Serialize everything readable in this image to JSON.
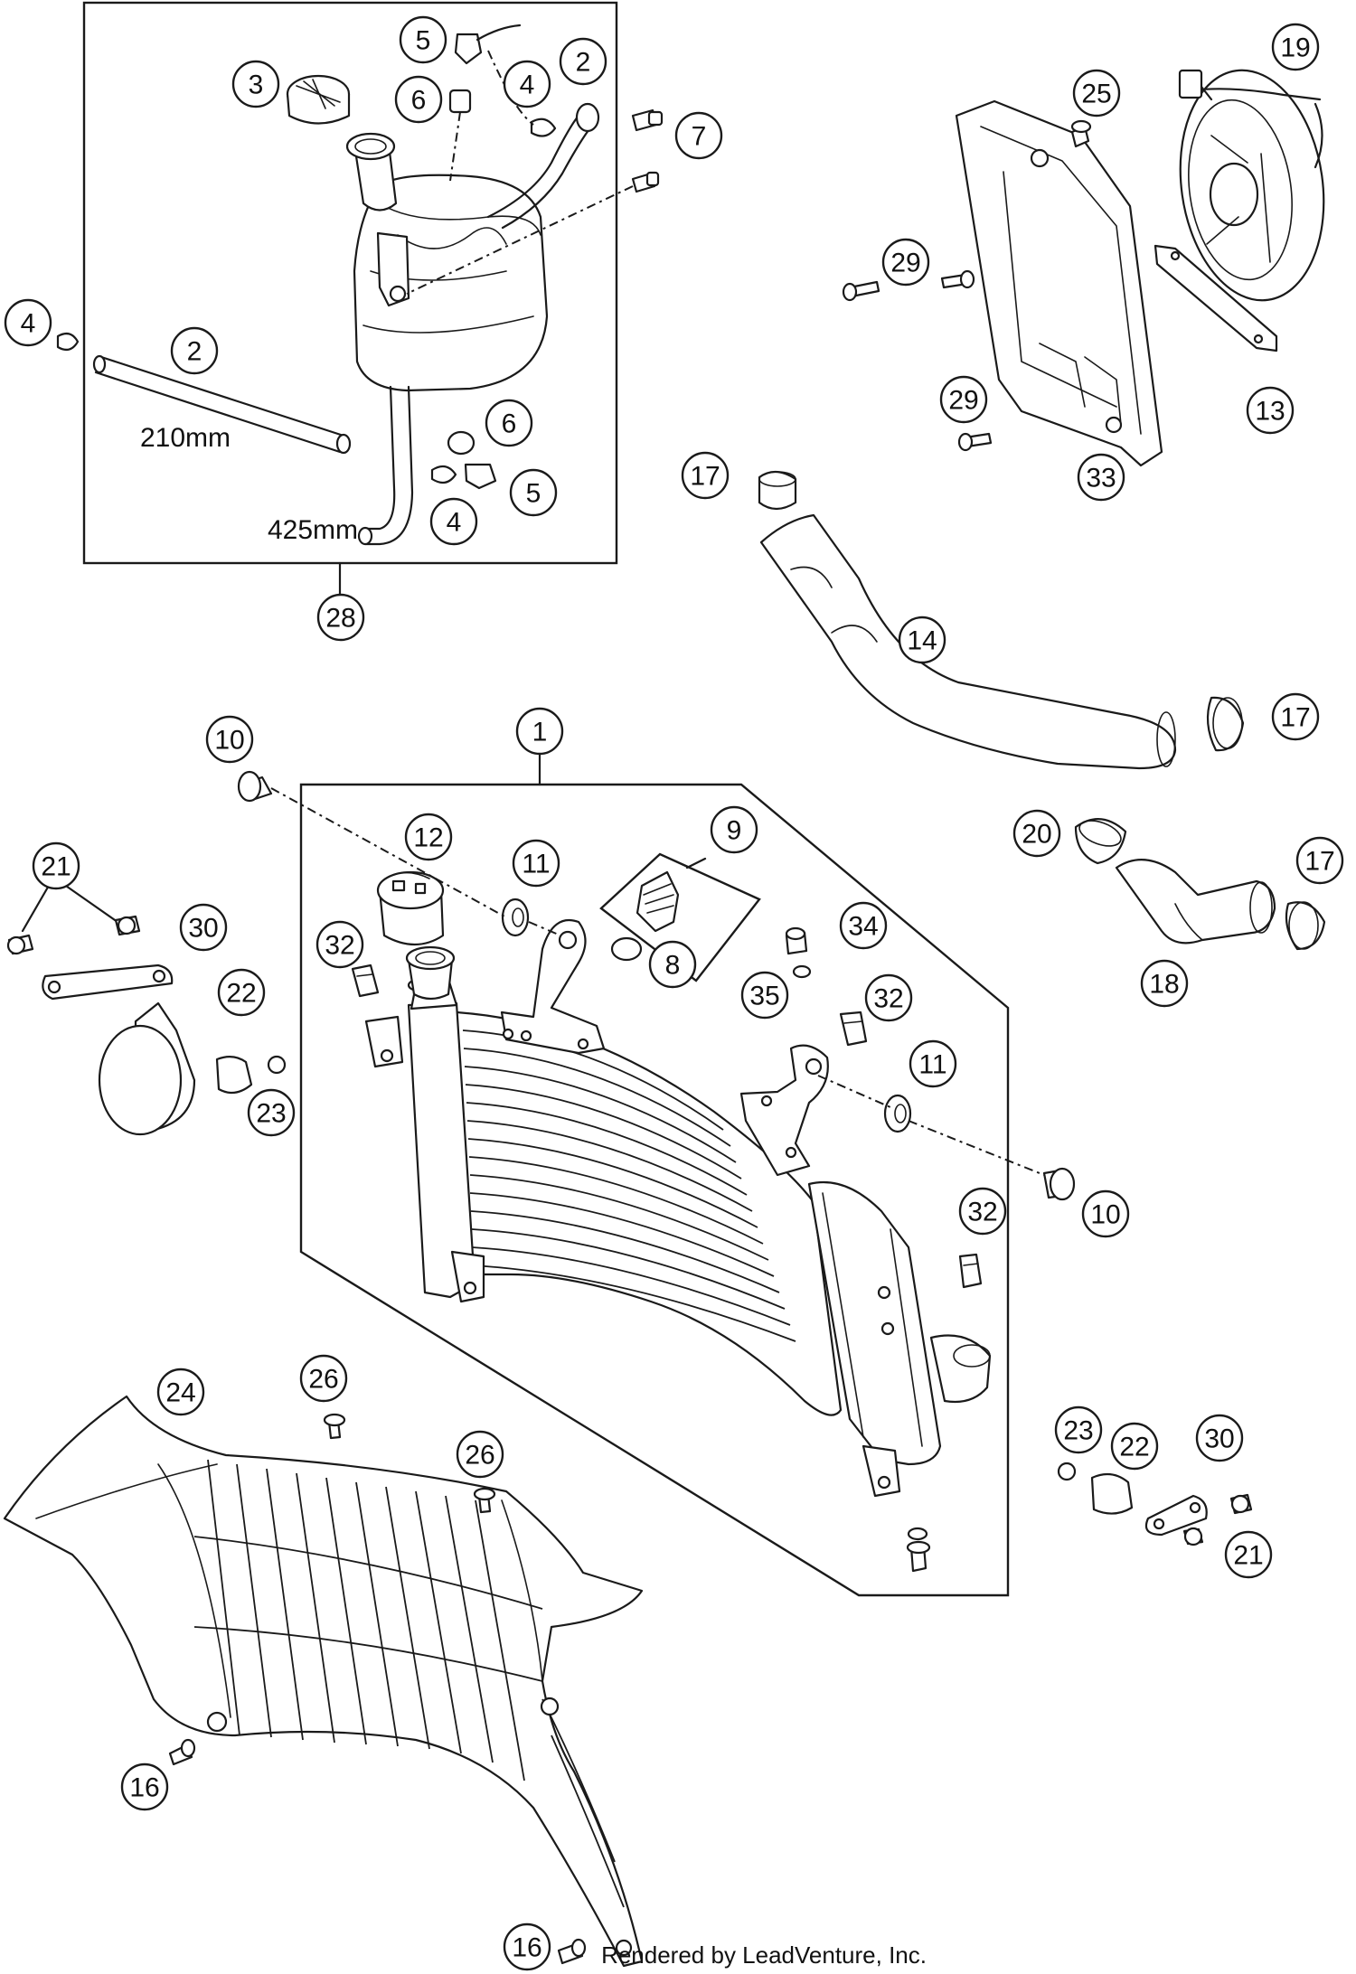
{
  "callouts": [
    {
      "id": "c5a",
      "text": "5"
    },
    {
      "id": "c2a",
      "text": "2"
    },
    {
      "id": "c3",
      "text": "3"
    },
    {
      "id": "c6a",
      "text": "6"
    },
    {
      "id": "c4a",
      "text": "4"
    },
    {
      "id": "c7",
      "text": "7"
    },
    {
      "id": "c4b",
      "text": "4"
    },
    {
      "id": "c2b",
      "text": "2"
    },
    {
      "id": "c6b",
      "text": "6"
    },
    {
      "id": "c5b",
      "text": "5"
    },
    {
      "id": "c4c",
      "text": "4"
    },
    {
      "id": "c28",
      "text": "28"
    },
    {
      "id": "c19",
      "text": "19"
    },
    {
      "id": "c25",
      "text": "25"
    },
    {
      "id": "c29a",
      "text": "29"
    },
    {
      "id": "c29b",
      "text": "29"
    },
    {
      "id": "c13",
      "text": "13"
    },
    {
      "id": "c33",
      "text": "33"
    },
    {
      "id": "c17a",
      "text": "17"
    },
    {
      "id": "c14",
      "text": "14"
    },
    {
      "id": "c17b",
      "text": "17"
    },
    {
      "id": "c20",
      "text": "20"
    },
    {
      "id": "c17c",
      "text": "17"
    },
    {
      "id": "c18",
      "text": "18"
    },
    {
      "id": "c1",
      "text": "1"
    },
    {
      "id": "c10a",
      "text": "10"
    },
    {
      "id": "c12",
      "text": "12"
    },
    {
      "id": "c11a",
      "text": "11"
    },
    {
      "id": "c9",
      "text": "9"
    },
    {
      "id": "c8",
      "text": "8"
    },
    {
      "id": "c34",
      "text": "34"
    },
    {
      "id": "c35",
      "text": "35"
    },
    {
      "id": "c32a",
      "text": "32"
    },
    {
      "id": "c32b",
      "text": "32"
    },
    {
      "id": "c11b",
      "text": "11"
    },
    {
      "id": "c10b",
      "text": "10"
    },
    {
      "id": "c32c",
      "text": "32"
    },
    {
      "id": "c21a",
      "text": "21"
    },
    {
      "id": "c30a",
      "text": "30"
    },
    {
      "id": "c22a",
      "text": "22"
    },
    {
      "id": "c23a",
      "text": "23"
    },
    {
      "id": "c24",
      "text": "24"
    },
    {
      "id": "c26a",
      "text": "26"
    },
    {
      "id": "c26b",
      "text": "26"
    },
    {
      "id": "c23b",
      "text": "23"
    },
    {
      "id": "c22b",
      "text": "22"
    },
    {
      "id": "c30b",
      "text": "30"
    },
    {
      "id": "c21b",
      "text": "21"
    },
    {
      "id": "c16a",
      "text": "16"
    },
    {
      "id": "c16b",
      "text": "16"
    }
  ],
  "dimensions": {
    "hose_short": "210mm",
    "hose_long": "425mm"
  },
  "credit": "Rendered by LeadVenture, Inc."
}
